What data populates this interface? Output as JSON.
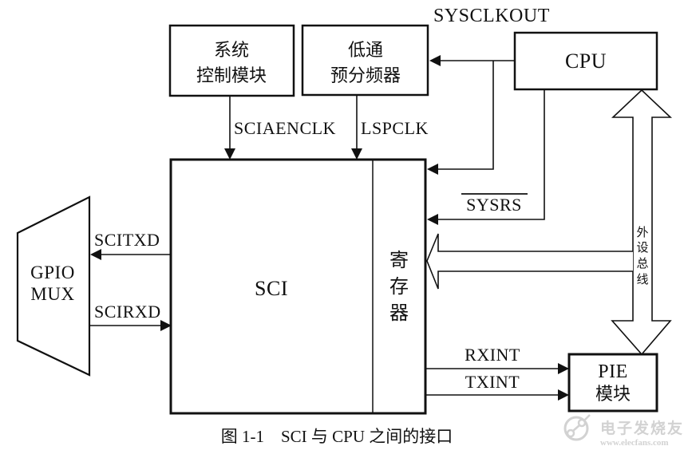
{
  "diagram": {
    "caption": "图 1-1　SCI 与 CPU 之间的接口",
    "boxes": {
      "system_control": {
        "line1": "系统",
        "line2": "控制模块"
      },
      "prescaler": {
        "line1": "低通",
        "line2": "预分频器"
      },
      "cpu": {
        "label": "CPU"
      },
      "sci": {
        "label": "SCI"
      },
      "register": {
        "chars": [
          "寄",
          "存",
          "器"
        ]
      },
      "gpio_mux": {
        "line1": "GPIO",
        "line2": "MUX"
      },
      "pie": {
        "line1": "PIE",
        "line2": "模块"
      }
    },
    "signals": {
      "sysclkout": "SYSCLKOUT",
      "sciaenclk": "SCIAENCLK",
      "lspclk": "LSPCLK",
      "sysrs": "SYSRS",
      "scitxd": "SCITXD",
      "scirxd": "SCIRXD",
      "rxint": "RXINT",
      "txint": "TXINT",
      "peripheral_bus": {
        "chars": [
          "外",
          "设",
          "总",
          "线"
        ]
      }
    },
    "colors": {
      "line": "#111111",
      "background": "#ffffff",
      "watermark": "#d2d2d2"
    }
  },
  "watermark": {
    "brand": "电子发烧友",
    "url": "www.elecfans.com"
  }
}
